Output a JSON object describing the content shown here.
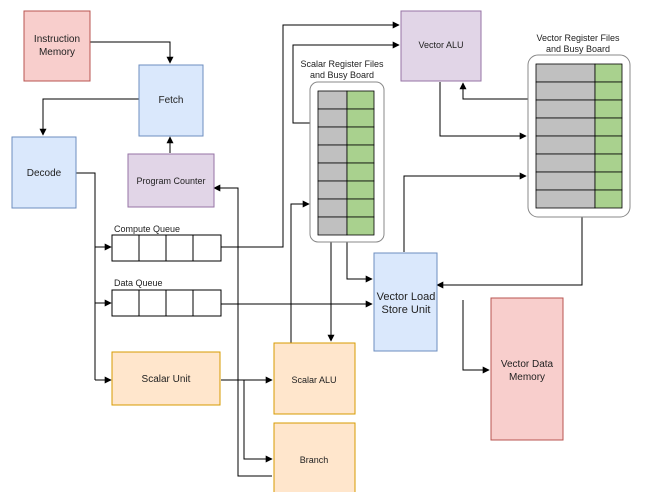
{
  "blocks": {
    "instruction_memory": [
      "Instruction",
      "Memory"
    ],
    "fetch": "Fetch",
    "decode": "Decode",
    "program_counter": "Program Counter",
    "vector_alu": "Vector ALU",
    "scalar_unit": "Scalar Unit",
    "scalar_alu": "Scalar ALU",
    "branch": "Branch",
    "vector_load_store": [
      "Vector Load",
      "Store Unit"
    ],
    "vector_data_memory": [
      "Vector Data",
      "Memory"
    ]
  },
  "labels": {
    "compute_queue": "Compute Queue",
    "data_queue": "Data Queue",
    "scalar_regfile": [
      "Scalar Register Files",
      "and Busy Board"
    ],
    "vector_regfile": [
      "Vector Register Files",
      "and Busy Board"
    ]
  },
  "colors": {
    "red_fill": "#f8cecc",
    "red_stroke": "#b85450",
    "blue_fill": "#dae8fc",
    "blue_stroke": "#6c8ebf",
    "purple_fill": "#e1d5e7",
    "purple_stroke": "#9673a6",
    "orange_fill": "#ffe6cc",
    "orange_stroke": "#d79b00",
    "gray_cell": "#c0c0c0",
    "green_cell": "#a9d18e"
  }
}
